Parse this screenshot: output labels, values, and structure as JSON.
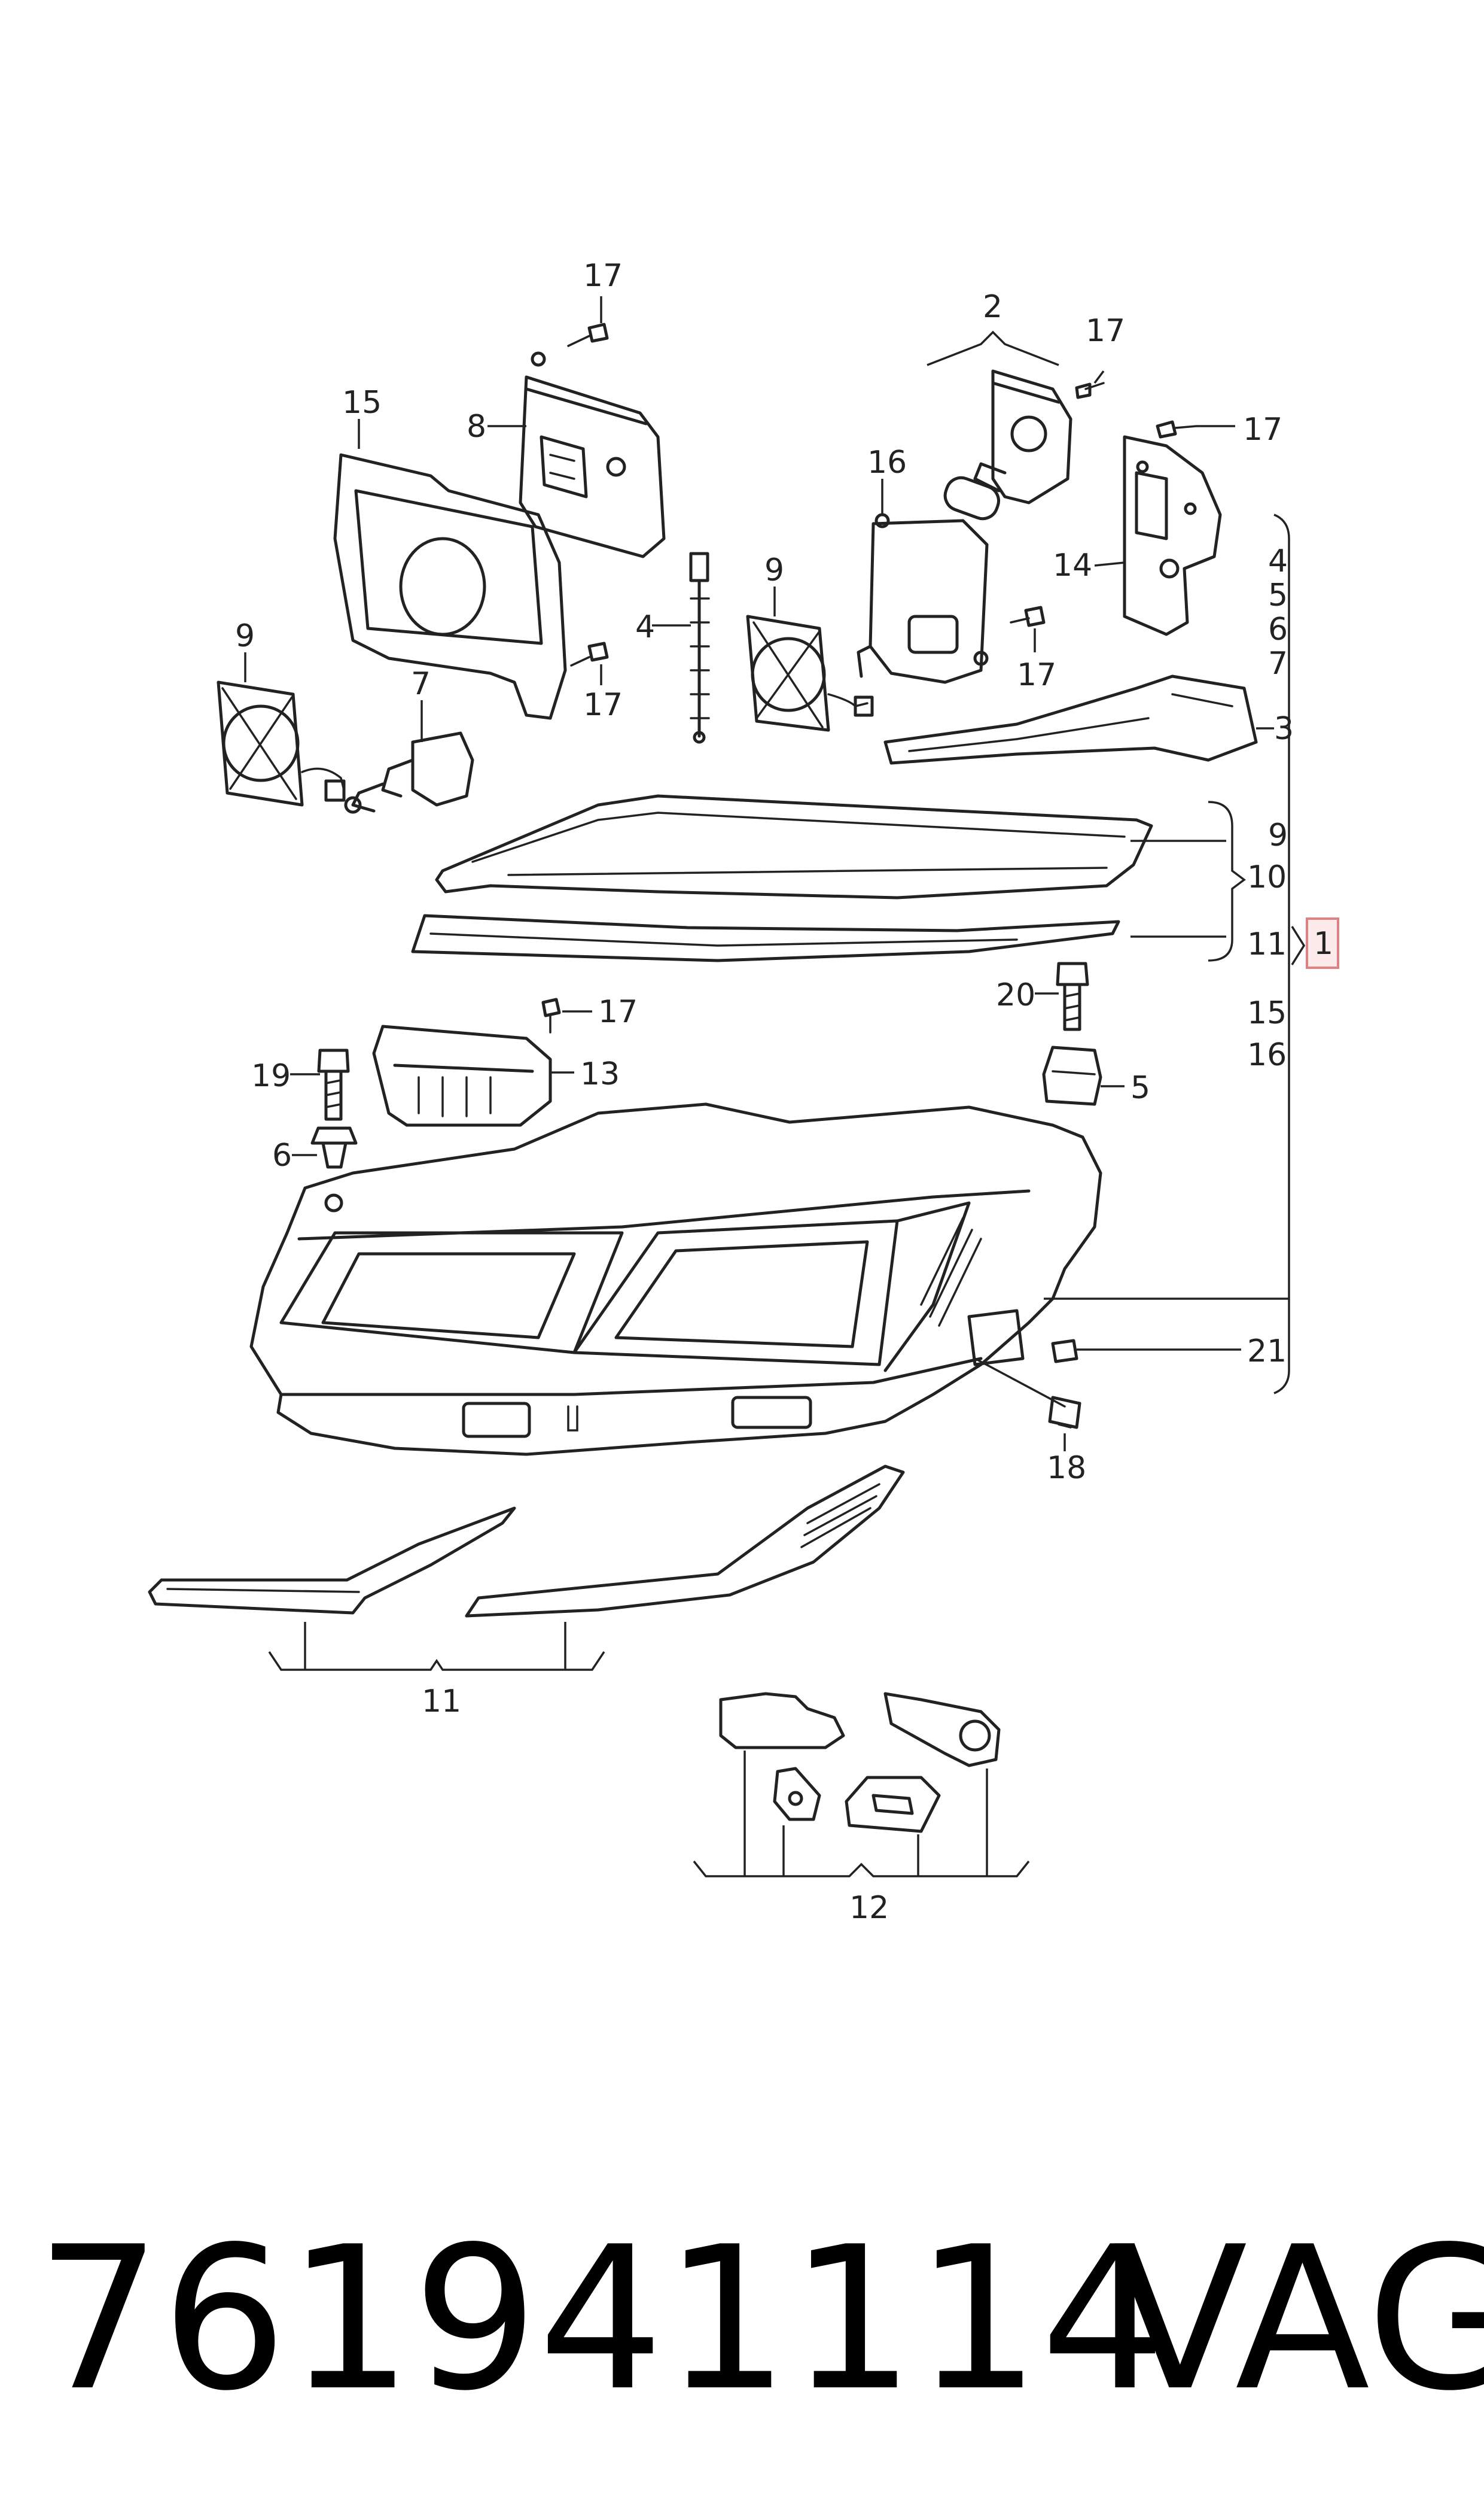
{
  "callouts": {
    "c1": "1",
    "c2": "2",
    "c3": "3",
    "c4a": "4",
    "c4b": "4",
    "c5a": "5",
    "c5b": "5",
    "c6a": "6",
    "c6b": "6",
    "c7a": "7",
    "c7b": "7",
    "c8": "8",
    "c9a": "9",
    "c9b": "9",
    "c9c": "9",
    "c10": "10",
    "c11a": "11",
    "c11b": "11",
    "c12": "12",
    "c13": "13",
    "c14": "14",
    "c15a": "15",
    "c15b": "15",
    "c16a": "16",
    "c16b": "16",
    "c17a": "17",
    "c17b": "17",
    "c17c": "17",
    "c17d": "17",
    "c17e": "17",
    "c17f": "17",
    "c18": "18",
    "c19": "19",
    "c20": "20",
    "c21": "21"
  },
  "footer": {
    "part_number": "761941114",
    "brand": "VAG"
  },
  "colors": {
    "line": "#222222",
    "highlight_box_stroke": "#e08080",
    "highlight_box_fill": "#fdeaea"
  }
}
